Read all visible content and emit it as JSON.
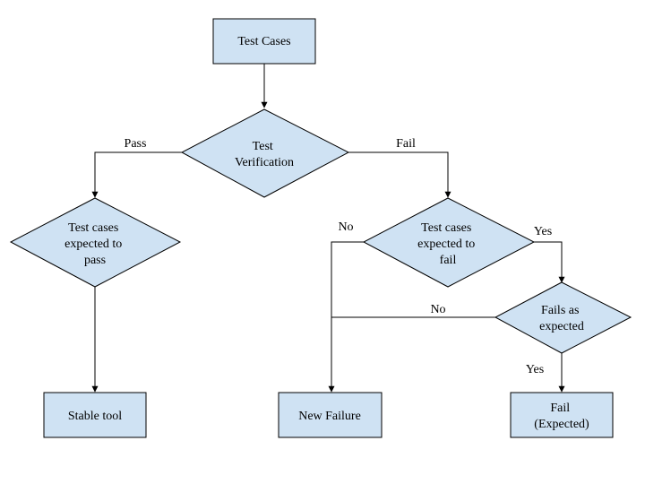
{
  "diagram": {
    "nodes": {
      "test_cases": {
        "lines": [
          "Test Cases"
        ]
      },
      "test_verification": {
        "lines": [
          "Test",
          "Verification"
        ]
      },
      "expected_pass": {
        "lines": [
          "Test cases",
          "expected to",
          "pass"
        ]
      },
      "expected_fail": {
        "lines": [
          "Test cases",
          "expected to",
          "fail"
        ]
      },
      "fails_as_expected": {
        "lines": [
          "Fails as",
          "expected"
        ]
      },
      "stable_tool": {
        "lines": [
          "Stable tool"
        ]
      },
      "new_failure": {
        "lines": [
          "New Failure"
        ]
      },
      "fail_expected": {
        "lines": [
          "Fail",
          "(Expected)"
        ]
      }
    },
    "edge_labels": {
      "pass": "Pass",
      "fail": "Fail",
      "no_left": "No",
      "yes_right": "Yes",
      "no_middle": "No",
      "yes_bottom": "Yes"
    }
  },
  "colors": {
    "node_fill": "#cfe2f3",
    "stroke": "#000000"
  }
}
